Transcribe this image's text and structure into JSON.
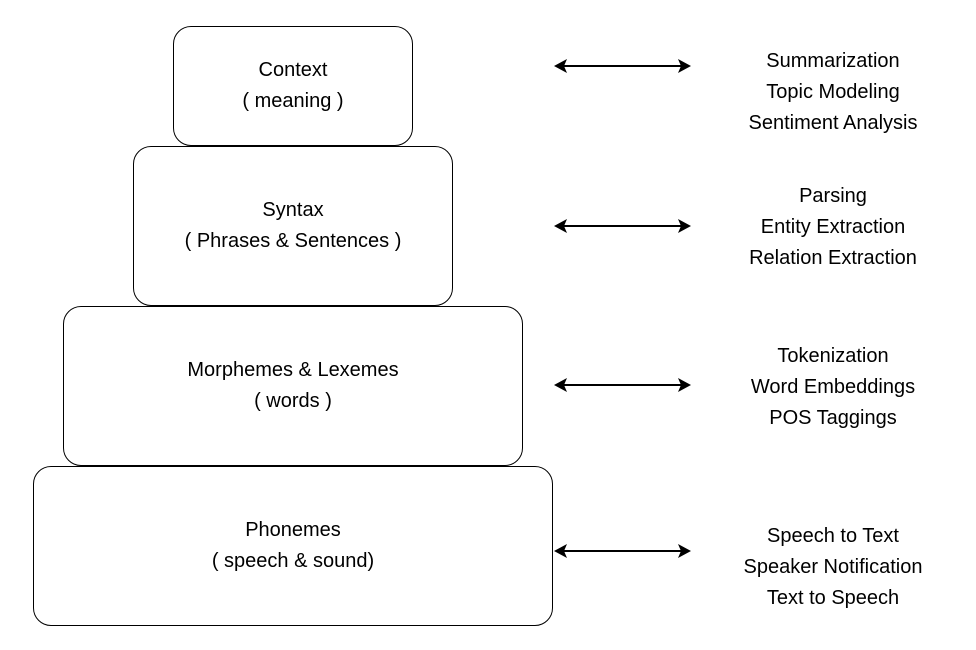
{
  "layers": [
    {
      "id": "context",
      "title": "Context",
      "subtitle": "( meaning )",
      "tasks": [
        "Summarization",
        "Topic Modeling",
        "Sentiment Analysis"
      ]
    },
    {
      "id": "syntax",
      "title": "Syntax",
      "subtitle": "( Phrases & Sentences )",
      "tasks": [
        "Parsing",
        "Entity Extraction",
        "Relation Extraction"
      ]
    },
    {
      "id": "morphemes",
      "title": "Morphemes & Lexemes",
      "subtitle": "( words )",
      "tasks": [
        "Tokenization",
        "Word Embeddings",
        "POS Taggings"
      ]
    },
    {
      "id": "phonemes",
      "title": "Phonemes",
      "subtitle": "( speech & sound)",
      "tasks": [
        "Speech to Text",
        "Speaker Notification",
        "Text to Speech"
      ]
    }
  ],
  "colors": {
    "stroke": "#000000",
    "background": "#ffffff",
    "text": "#000000"
  },
  "icons": {
    "connector": "double-headed-arrow-icon"
  }
}
